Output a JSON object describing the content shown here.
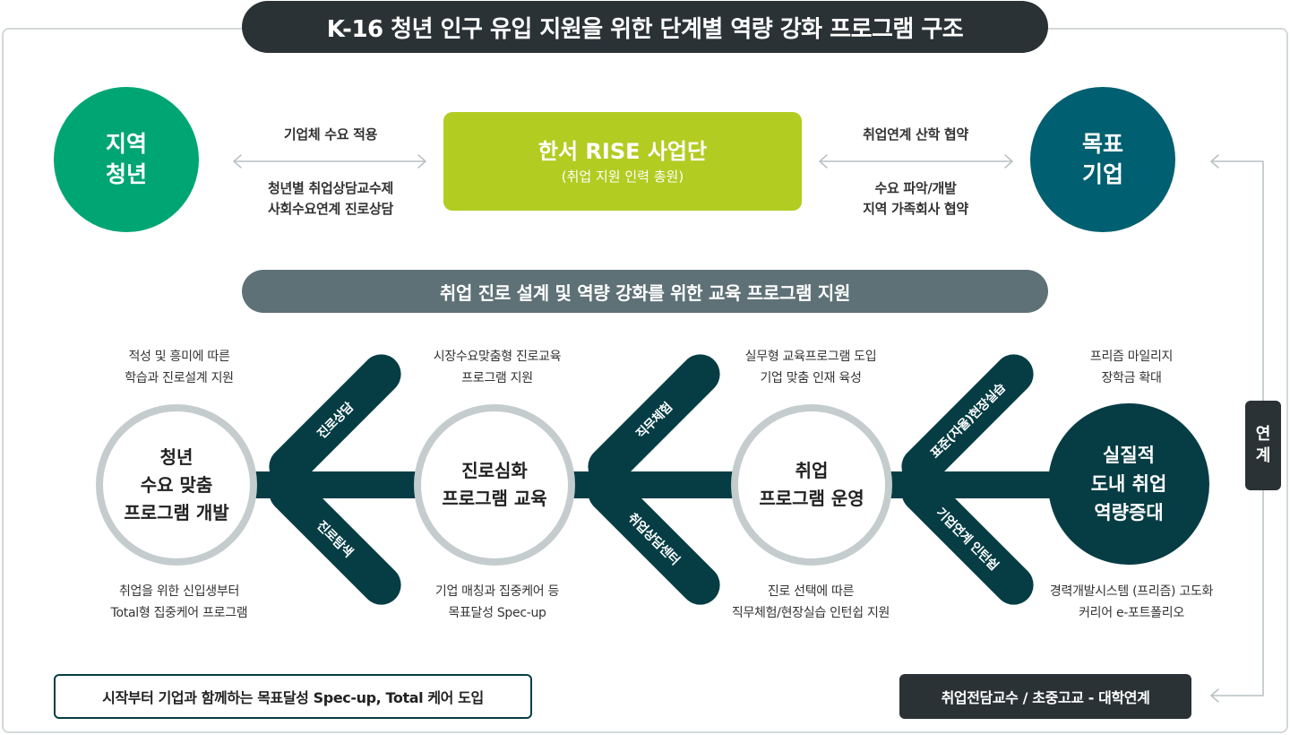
{
  "title": "K-16 청년 인구 유입 지원을 위한 단계별 역량 강화 프로그램 구조",
  "top_row": {
    "youth": {
      "line1": "지역",
      "line2": "청년"
    },
    "target": {
      "line1": "목표",
      "line2": "기업"
    },
    "rise": {
      "title": "한서 RISE 사업단",
      "subtitle": "(취업 지원 인력 총원)"
    },
    "left_link": {
      "top": "기업체 수요 적용",
      "bottom_line1": "청년별 취업상담교수제",
      "bottom_line2": "사회수요연계 진로상담"
    },
    "right_link": {
      "top": "취업연계 산학 협약",
      "bottom_line1": "수요 파악/개발",
      "bottom_line2": "지역 가족회사 협약"
    }
  },
  "program_banner": "취업 진로 설계 및 역량 강화를 위한 교육 프로그램 지원",
  "stages": [
    {
      "name_lines": [
        "청년",
        "수요 맞춤",
        "프로그램 개발"
      ],
      "top_lines": [
        "적성 및 흥미에 따른",
        "학습과 진로설계 지원"
      ],
      "bottom_lines": [
        "취업을 위한 신입생부터",
        "Total형 집중케어 프로그램"
      ]
    },
    {
      "name_lines": [
        "진로심화",
        "프로그램 교육"
      ],
      "top_lines": [
        "시장수요맞춤형 진로교육",
        "프로그램 지원"
      ],
      "bottom_lines": [
        "기업 매칭과 집중케어 등",
        "목표달성 Spec-up"
      ]
    },
    {
      "name_lines": [
        "취업",
        "프로그램 운영"
      ],
      "top_lines": [
        "실무형 교육프로그램 도입",
        "기업 맞춤 인재 육성"
      ],
      "bottom_lines": [
        "진로 선택에 따른",
        "직무체험/현장실습 인턴쉽 지원"
      ]
    },
    {
      "name_lines": [
        "실질적",
        "도내 취업",
        "역량증대"
      ],
      "top_lines": [
        "프리즘 마일리지",
        "장학금 확대"
      ],
      "bottom_lines": [
        "경력개발시스템 (프리즘) 고도화",
        "커리어 e-포트폴리오"
      ]
    }
  ],
  "branches": [
    "진로상담",
    "진로탐색",
    "직무체험",
    "취업상담센터",
    "표준(자율)현장실습",
    "기업연계 인턴쉽"
  ],
  "link_tab": {
    "line1": "연",
    "line2": "계"
  },
  "bottom_note": "시작부터 기업과 함께하는 목표달성 Spec-up, Total 케어 도입",
  "bottom_right": "취업전담교수 / 초중고교 - 대학연계",
  "colors": {
    "green": "#00a574",
    "teal": "#005f70",
    "lime": "#b2cc22",
    "dark": "#063d45",
    "charcoal": "#2b3236",
    "slate": "#5e7176"
  }
}
